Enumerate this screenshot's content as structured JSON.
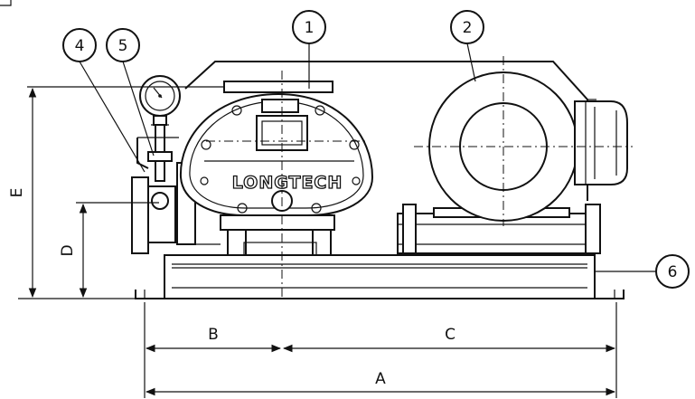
{
  "brand": "LONGTECH",
  "balloons": [
    {
      "id": "1"
    },
    {
      "id": "2"
    },
    {
      "id": "4"
    },
    {
      "id": "5"
    },
    {
      "id": "6"
    }
  ],
  "dimensions": {
    "a": "A",
    "b": "B",
    "c": "C",
    "d": "D",
    "e": "E"
  }
}
